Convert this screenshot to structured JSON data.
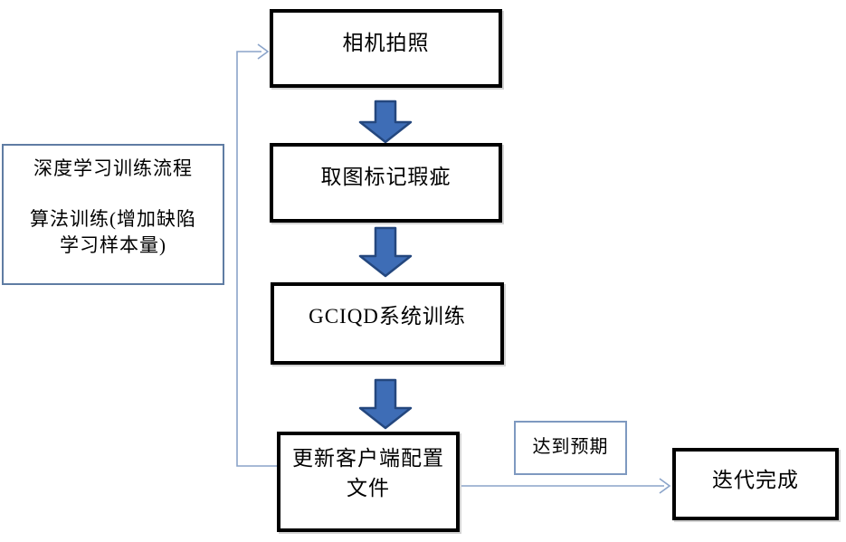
{
  "diagram": {
    "type": "flowchart",
    "nodes": {
      "camera": {
        "label": "相机拍照"
      },
      "mark_defects": {
        "label": "取图标记瑕疵"
      },
      "gciqd_training": {
        "label": "GCIQD系统训练"
      },
      "update_client": {
        "line1": "更新客户端配置",
        "line2": "文件"
      },
      "note": {
        "line1": "深度学习训练流程",
        "line2": "算法训练(增加缺陷",
        "line3": "学习样本量)"
      },
      "expectation": {
        "label": "达到预期"
      },
      "done": {
        "label": "迭代完成"
      }
    },
    "flow": {
      "main_sequence": [
        "相机拍照",
        "取图标记瑕疵",
        "GCIQD系统训练",
        "更新客户端配置文件"
      ],
      "feedback_loop": "更新客户端配置文件 → 相机拍照",
      "exit_branch": "更新客户端配置文件 → (达到预期) → 迭代完成"
    },
    "colors": {
      "block_arrow_fill": "#3e6db6",
      "block_arrow_stroke": "#24477e",
      "connector_line": "#8aa3c9",
      "main_box_border": "#000000",
      "note_box_border": "#5f7ca3",
      "expect_box_border": "#7e99c0"
    }
  }
}
